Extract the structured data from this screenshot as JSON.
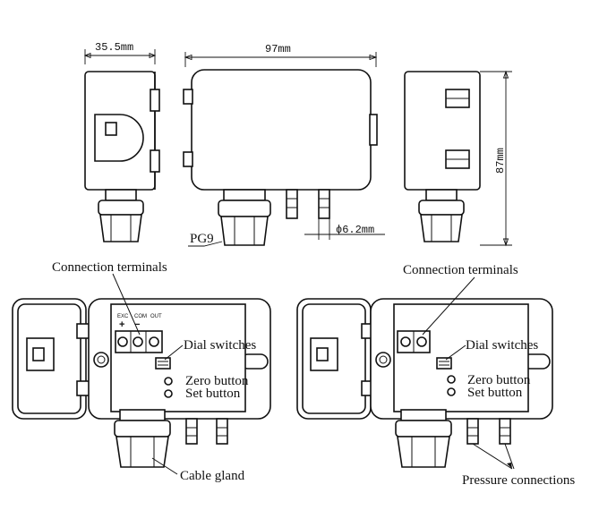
{
  "dimensions": {
    "depth": "35.5mm",
    "width": "97mm",
    "height": "87mm",
    "port_diameter": "ϕ6.2mm",
    "gland_thread": "PG9"
  },
  "labels": {
    "connection_terminals_left": "Connection terminals",
    "connection_terminals_right": "Connection terminals",
    "dial_switches_left": "Dial switches",
    "dial_switches_right": "Dial switches",
    "zero_button_left": "Zero button",
    "zero_button_right": "Zero button",
    "set_button_left": "Set button",
    "set_button_right": "Set button",
    "cable_gland": "Cable gland",
    "pressure_connections": "Pressure connections"
  },
  "terminals": {
    "exc": "EXC",
    "com": "COM",
    "out": "OUT",
    "plus": "+",
    "minus": "−"
  }
}
